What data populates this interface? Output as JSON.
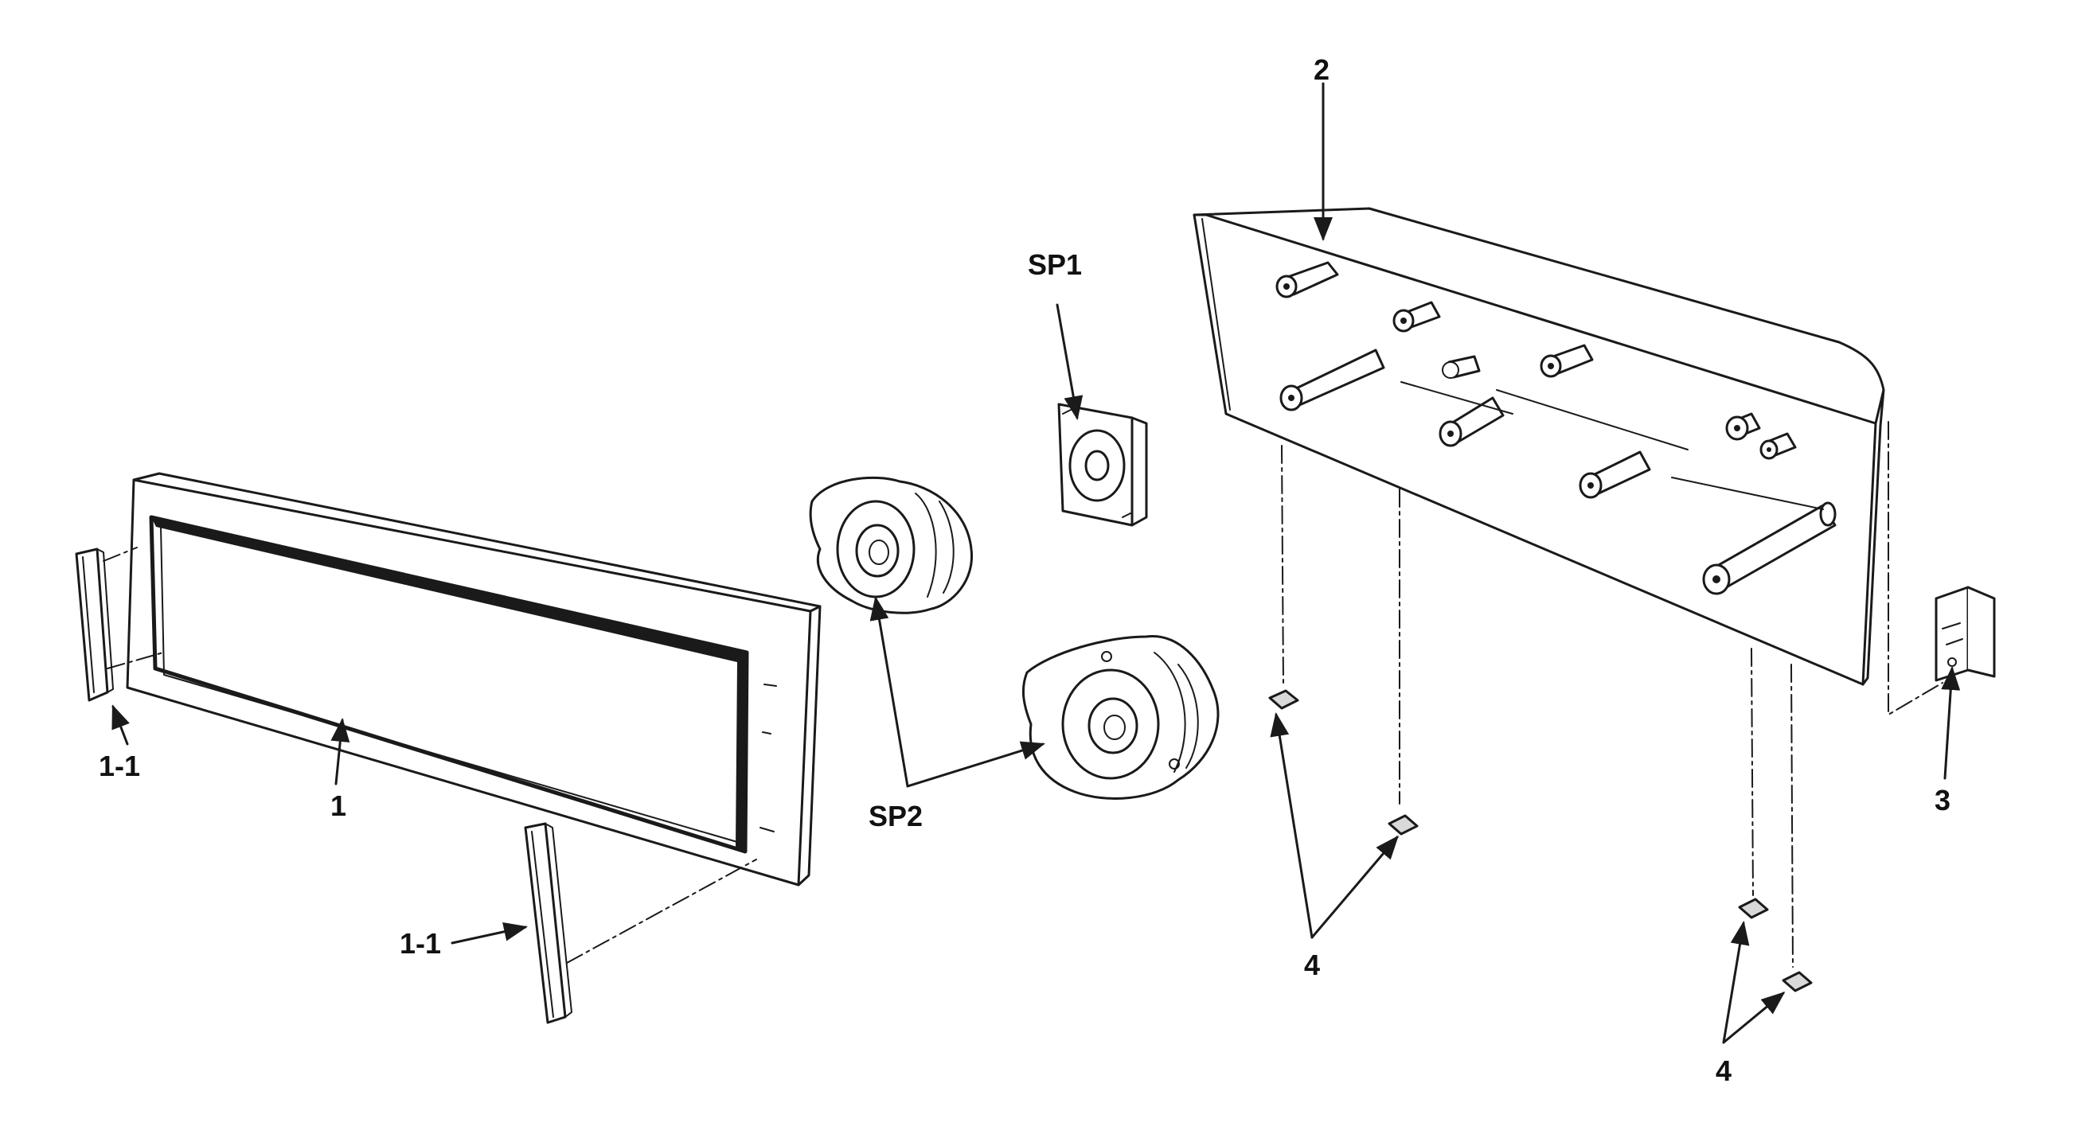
{
  "labels": {
    "part_1": "1",
    "part_1_1_left": "1-1",
    "part_1_1_bottom": "1-1",
    "part_2": "2",
    "part_3": "3",
    "part_4_left": "4",
    "part_4_right": "4",
    "part_sp1": "SP1",
    "part_sp2": "SP2"
  },
  "colors": {
    "ink": "#1a1a1a",
    "background": "#ffffff"
  }
}
